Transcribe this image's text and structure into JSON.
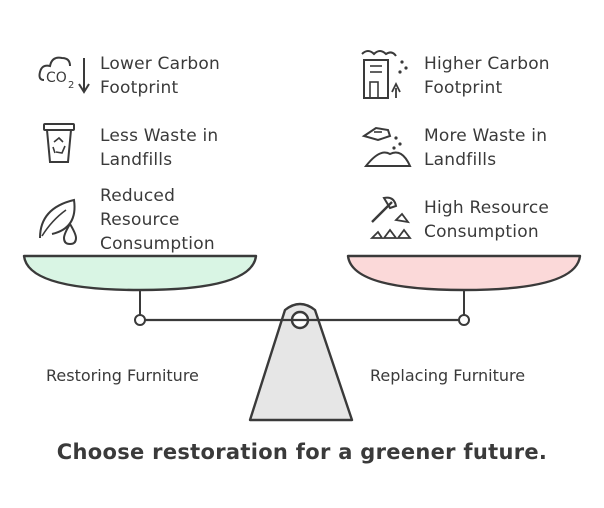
{
  "left_side": {
    "label": "Restoring Furniture",
    "pan_color": "#d9f5e4",
    "items": [
      {
        "icon": "co2-icon",
        "text": "Lower Carbon\nFootprint"
      },
      {
        "icon": "recycle-bin-icon",
        "text": "Less Waste in\nLandfills"
      },
      {
        "icon": "leaf-drop-icon",
        "text": "Reduced\nResource\nConsumption"
      }
    ]
  },
  "right_side": {
    "label": "Replacing Furniture",
    "pan_color": "#fbd9d9",
    "items": [
      {
        "icon": "factory-icon",
        "text": "Higher Carbon\nFootprint"
      },
      {
        "icon": "waste-pile-icon",
        "text": "More Waste in\nLandfills"
      },
      {
        "icon": "axe-rocks-icon",
        "text": "High Resource\nConsumption"
      }
    ]
  },
  "conclusion": "Choose restoration for a greener future.",
  "colors": {
    "stroke": "#3a3a3a",
    "stand": "#e6e6e6"
  }
}
